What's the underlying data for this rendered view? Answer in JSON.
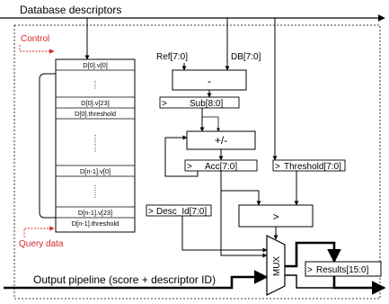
{
  "title": "Database descriptors",
  "annotations": {
    "control": "Control",
    "query_data": "Query data",
    "output_pipeline": "Output pipeline (score + descriptor ID)"
  },
  "memory": {
    "rows": [
      "D[0].v[0]",
      "D[0].v[23]",
      "D[0].threshold",
      "D[n-1].v[0]",
      "D[n-1].v[23]",
      "D[n-1].threshold"
    ]
  },
  "inputs": {
    "ref": "Ref[7:0]",
    "db": "DB[7:0]"
  },
  "blocks": {
    "subtract_op": "-",
    "sub_reg": "Sub[8:0]",
    "addsub_op": "+/-",
    "acc_reg": "Acc[7:0]",
    "threshold_reg": "Threshold[7:0]",
    "desc_id_reg": "Desc_Id[7:0]",
    "compare_op": ">",
    "mux": "MUX",
    "results_reg": "Results[15:0]",
    "reg_marker": ">"
  },
  "colors": {
    "annotation": "#d62828",
    "line": "#000000",
    "background": "#ffffff"
  }
}
